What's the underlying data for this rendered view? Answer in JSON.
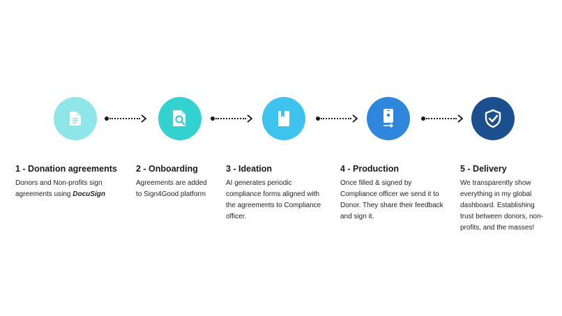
{
  "steps": [
    {
      "title": "1 - Donation agreements",
      "desc_lines": [
        "Donors and Non-profits sign",
        "agreements using "
      ],
      "desc_emphasis": "DocuSign",
      "icon": "document-icon",
      "color": "#8ee6e8"
    },
    {
      "title": "2 - Onboarding",
      "desc_lines": [
        "Agreements are added",
        "to Sign4Good platform"
      ],
      "icon": "document-search-icon",
      "color": "#33d1d0"
    },
    {
      "title": "3 - Ideation",
      "desc_lines": [
        "AI generates periodic",
        "compliance forms aligned with",
        "the agreements to Compliance",
        "officer."
      ],
      "icon": "notebook-icon",
      "color": "#3ec3ee"
    },
    {
      "title": "4 - Production",
      "desc_lines": [
        "Once filled & signed by",
        "Compliance officer we send it to",
        "Donor. They share their feedback",
        "and sign it."
      ],
      "icon": "mobile-transfer-icon",
      "color": "#2f86dd"
    },
    {
      "title": "5 - Delivery",
      "desc_lines": [
        "We transparently show",
        "everything in my global",
        "dashboard. Establishing",
        "trust between donors, non-",
        "profits, and the masses!"
      ],
      "icon": "shield-check-icon",
      "color": "#1c4f8e"
    }
  ]
}
